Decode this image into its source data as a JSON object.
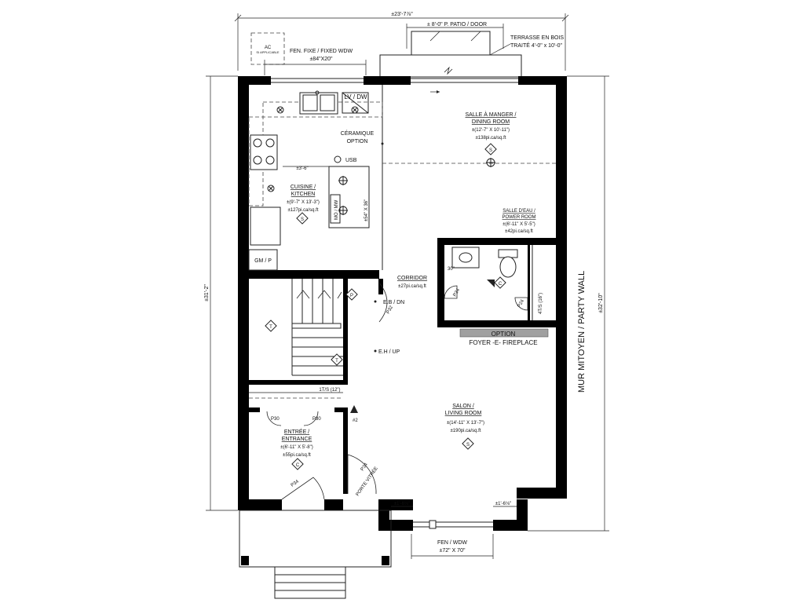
{
  "overall_width": "±23'-7⅞\"",
  "patio_door": "± 8'-0\" P. PATIO / DOOR",
  "terrace": {
    "line1": "TERRASSE EN BOIS",
    "line2": "TRAITÉ 4'-0\" x 10'-0\""
  },
  "ac": {
    "line1": "AC",
    "line2": "SI APPLICABLE"
  },
  "fixed_window": {
    "line1": "FEN. FIXE / FIXED WDW",
    "line2": "±84\"X20\""
  },
  "lv_dw": "LV / DW",
  "ceramic": {
    "line1": "CÉRAMIQUE",
    "line2": "OPTION"
  },
  "usb": "USB",
  "island_width": "±3'-6\"",
  "island_length": "±54\" X 36\"",
  "micro": "MO / MW",
  "kitchen": {
    "name": "CUISINE /",
    "name2": "KITCHEN",
    "dims": "±(9'-7\" X 13'-3\")",
    "area": "±127pi.ca/sq.ft"
  },
  "dining": {
    "name": "SALLE À MANGER /",
    "name2": "DINING ROOM",
    "dims": "±(12'-7\" X 10'-11\")",
    "area": "±138pi.ca/sq.ft"
  },
  "gm_p": "GM / P",
  "corridor": {
    "name": "CORRIDOR",
    "area": "±27pi.ca/sq.ft"
  },
  "powder": {
    "name": "SALLE D'EAU /",
    "name2": "POWER ROOM",
    "dims": "±(6'-11\" X 5'-5\")",
    "area": "±42pi.ca/sq.ft"
  },
  "eb_dn": "E.B / DN",
  "eh_up": "E.H / UP",
  "door_p32": "P32",
  "door_p24": "P24",
  "door_p34a": "P34",
  "door_p34b": "P34",
  "door_p30a": "P30",
  "door_p30b": "P30",
  "door_p24b": "P24",
  "fireplace": {
    "option": "OPTION",
    "label": "FOYER -E- FIREPLACE"
  },
  "party_wall": "MUR MITOYEN / PARTY WALL",
  "dim_32_10": "±32'-10\"",
  "dim_31_2": "±31'-2\"",
  "dim_4ts": "4T/S (16\")",
  "dim_1ts": "1T/S (12\")",
  "dim_30": "30\"",
  "entrance": {
    "name": "ENTRÉE /",
    "name2": "ENTRANCE",
    "dims": "±(6'-11\" X 5'-8\")",
    "area": "±55pi.ca/sq.ft"
  },
  "living": {
    "name": "SALON /",
    "name2": "LIVING ROOM",
    "dims": "±(14'-11\" X 13'-7\")",
    "area": "±190pi.ca/sq.ft"
  },
  "porte_vitree": "PORTE VITRÉE",
  "bottom_window": {
    "line1": "FEN / WDW",
    "line2": "±72\" X 70\""
  },
  "pier_left": "±1'-6⅛\"",
  "pier_right": "±1'-6⅛\"",
  "label_2": "#2",
  "sym_smoke": "S",
  "sym_co": "C",
  "sym_t": "T",
  "sym_p": "P"
}
